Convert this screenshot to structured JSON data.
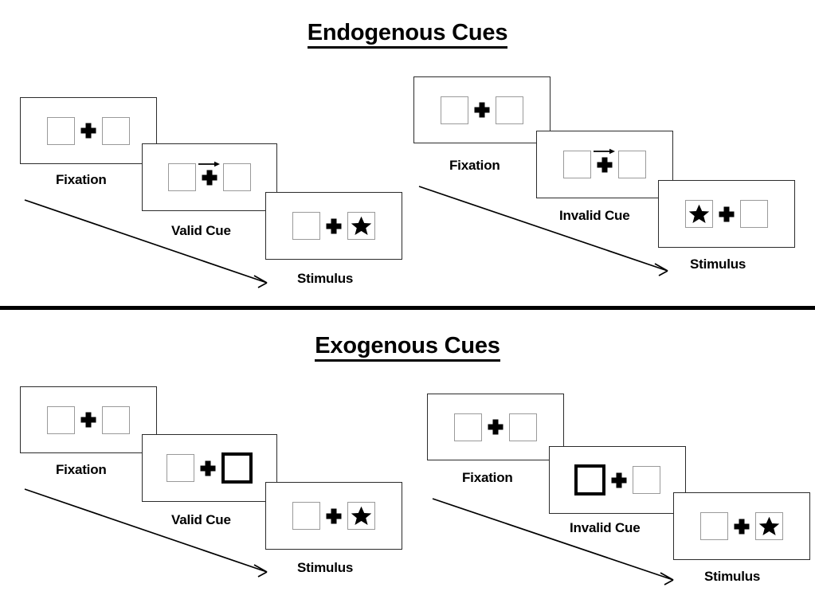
{
  "figure": {
    "sections": [
      {
        "id": "endogenous",
        "title": "Endogenous Cues",
        "columns": [
          {
            "id": "endogenous-valid",
            "frames": [
              {
                "id": "fixation",
                "caption": "Fixation",
                "left_box": "empty",
                "right_box": "empty",
                "cue": "none",
                "arrow_direction": ""
              },
              {
                "id": "cue",
                "caption": "Valid Cue",
                "left_box": "empty",
                "right_box": "empty",
                "cue": "arrow",
                "arrow_direction": "right"
              },
              {
                "id": "stimulus",
                "caption": "Stimulus",
                "left_box": "empty",
                "right_box": "star",
                "cue": "none",
                "arrow_direction": ""
              }
            ]
          },
          {
            "id": "endogenous-invalid",
            "frames": [
              {
                "id": "fixation",
                "caption": "Fixation",
                "left_box": "empty",
                "right_box": "empty",
                "cue": "none",
                "arrow_direction": ""
              },
              {
                "id": "cue",
                "caption": "Invalid Cue",
                "left_box": "empty",
                "right_box": "empty",
                "cue": "arrow",
                "arrow_direction": "right"
              },
              {
                "id": "stimulus",
                "caption": "Stimulus",
                "left_box": "star",
                "right_box": "empty",
                "cue": "none",
                "arrow_direction": ""
              }
            ]
          }
        ]
      },
      {
        "id": "exogenous",
        "title": "Exogenous Cues",
        "columns": [
          {
            "id": "exogenous-valid",
            "frames": [
              {
                "id": "fixation",
                "caption": "Fixation",
                "left_box": "empty",
                "right_box": "empty",
                "cue": "none",
                "arrow_direction": ""
              },
              {
                "id": "cue",
                "caption": "Valid Cue",
                "left_box": "empty",
                "right_box": "highlight",
                "cue": "box-highlight",
                "arrow_direction": ""
              },
              {
                "id": "stimulus",
                "caption": "Stimulus",
                "left_box": "empty",
                "right_box": "star",
                "cue": "none",
                "arrow_direction": ""
              }
            ]
          },
          {
            "id": "exogenous-invalid",
            "frames": [
              {
                "id": "fixation",
                "caption": "Fixation",
                "left_box": "empty",
                "right_box": "empty",
                "cue": "none",
                "arrow_direction": ""
              },
              {
                "id": "cue",
                "caption": "Invalid Cue",
                "left_box": "highlight",
                "right_box": "empty",
                "cue": "box-highlight",
                "arrow_direction": ""
              },
              {
                "id": "stimulus",
                "caption": "Stimulus",
                "left_box": "empty",
                "right_box": "star",
                "cue": "none",
                "arrow_direction": ""
              }
            ]
          }
        ]
      }
    ],
    "colors": {
      "frame_border": "#2b2b2b",
      "box_border": "#9a9a9a",
      "highlight_border": "#000000",
      "star_fill": "#000000",
      "divider": "#000000",
      "background": "#ffffff"
    },
    "icons": {
      "fixation_cross": "plus-icon",
      "cue_arrow": "arrow-right-icon",
      "target": "star-icon",
      "time_flow": "diagonal-arrow-icon"
    }
  }
}
